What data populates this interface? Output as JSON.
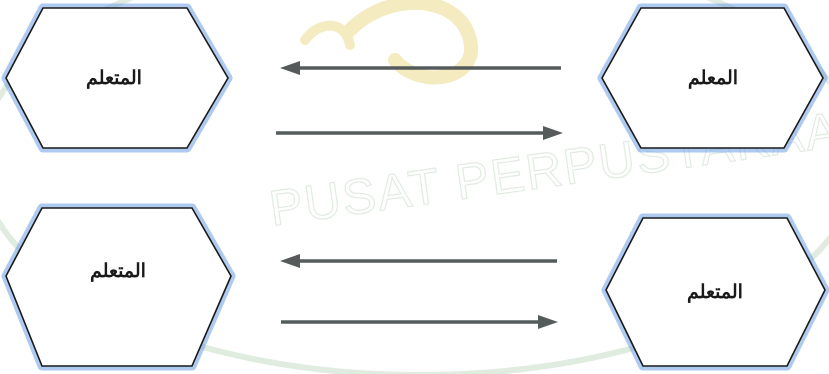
{
  "watermark": {
    "text": "PUSAT PERPUSTAKAAN"
  },
  "nodes": {
    "top_left": {
      "label": "المتعلم"
    },
    "top_right": {
      "label": "المعلم"
    },
    "bottom_left": {
      "label": "المتعلم"
    },
    "bottom_right": {
      "label": "المتعلم"
    }
  },
  "colors": {
    "arrow": "#555b5b",
    "hex_glow": "#6e9ee6",
    "hex_border": "#1a1a1a",
    "watermark": "#c9dcc9"
  }
}
